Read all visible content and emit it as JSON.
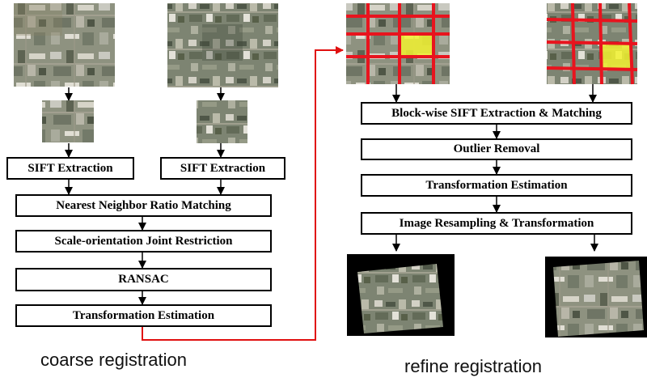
{
  "coarse": {
    "caption": "coarse registration",
    "steps": {
      "sift_left": "SIFT Extraction",
      "sift_right": "SIFT Extraction",
      "nn_matching": "Nearest  Neighbor Ratio Matching",
      "joint_restriction": "Scale-orientation Joint Restriction",
      "ransac": "RANSAC",
      "transform": "Transformation Estimation"
    }
  },
  "refine": {
    "caption": "refine registration",
    "steps": {
      "blockwise": "Block-wise SIFT Extraction & Matching",
      "outlier": "Outlier Removal",
      "transform": "Transformation Estimation",
      "resampling": "Image Resampling & Transformation"
    }
  },
  "colors": {
    "arrow": "#000000",
    "link_arrow": "#e01010",
    "grid_line": "#e8141e",
    "block_highlight": "#f2f230"
  },
  "icons": [
    "aerial-photo",
    "grid-overlay",
    "down-arrow"
  ]
}
